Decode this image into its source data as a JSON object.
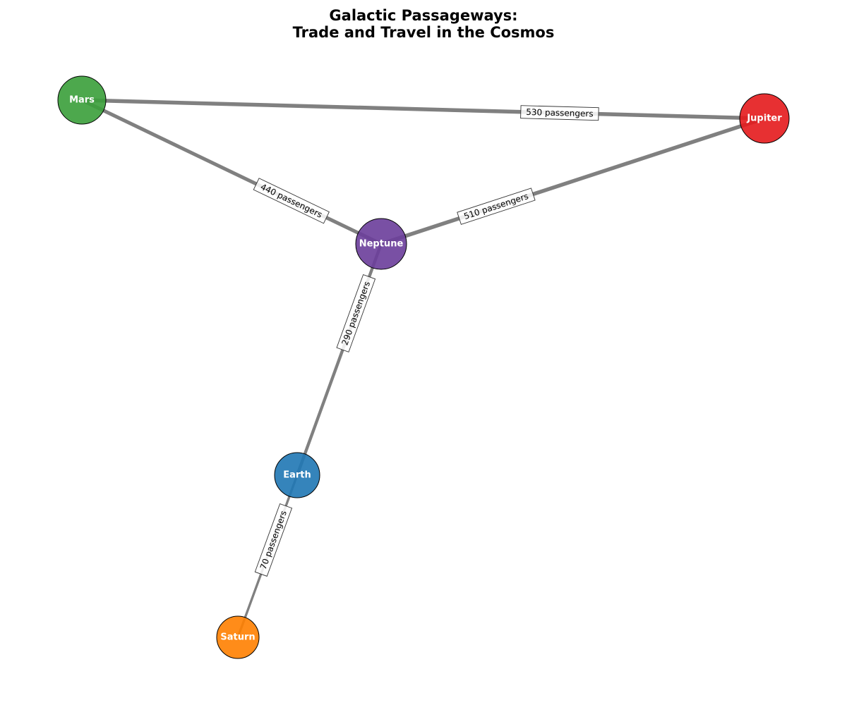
{
  "title": {
    "line1": "Galactic Passageways:",
    "line2": "Trade and Travel in the Cosmos"
  },
  "graph": {
    "nodes": [
      {
        "id": "mars",
        "label": "Mars",
        "color": "#3a9e3a"
      },
      {
        "id": "jupiter",
        "label": "Jupiter",
        "color": "#e41a1c"
      },
      {
        "id": "neptune",
        "label": "Neptune",
        "color": "#6a3d9a"
      },
      {
        "id": "earth",
        "label": "Earth",
        "color": "#1f77b4"
      },
      {
        "id": "saturn",
        "label": "Saturn",
        "color": "#ff7f00"
      }
    ],
    "edges": [
      {
        "source": "mars",
        "target": "jupiter",
        "label": "530 passengers",
        "value": 530
      },
      {
        "source": "mars",
        "target": "neptune",
        "label": "440 passengers",
        "value": 440
      },
      {
        "source": "neptune",
        "target": "jupiter",
        "label": "510 passengers",
        "value": 510
      },
      {
        "source": "neptune",
        "target": "earth",
        "label": "290 passengers",
        "value": 290
      },
      {
        "source": "earth",
        "target": "saturn",
        "label": "70 passengers",
        "value": 70
      }
    ],
    "edge_color": "#808080"
  }
}
